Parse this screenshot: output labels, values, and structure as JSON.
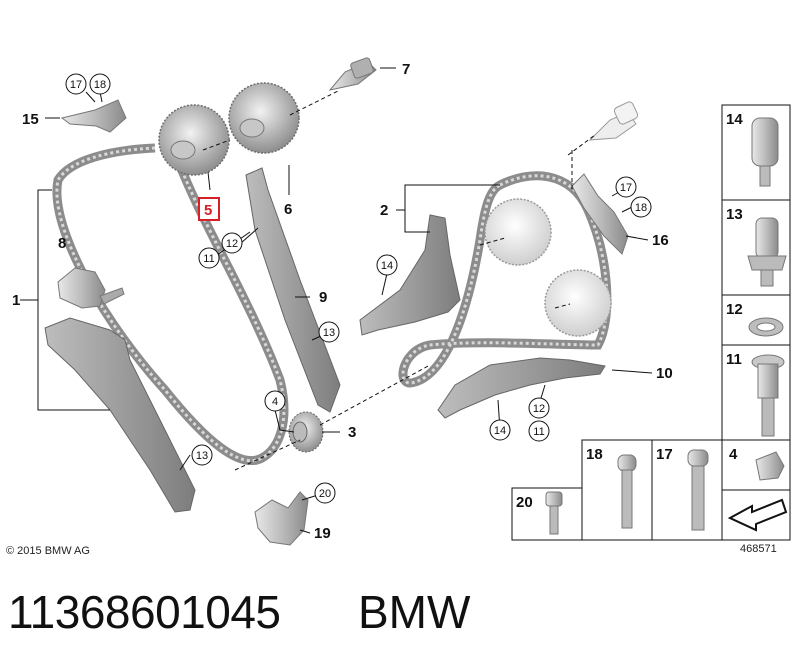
{
  "copyright": "© 2015 BMW AG",
  "diagram_number": "468571",
  "footer": {
    "part_number": "11368601045",
    "brand": "BMW"
  },
  "highlighted_label": "5",
  "labels": {
    "l1": "1",
    "l2": "2",
    "l3": "3",
    "l4": "4",
    "l5": "5",
    "l6": "6",
    "l7": "7",
    "l8": "8",
    "l9": "9",
    "l10": "10",
    "l15": "15",
    "l16": "16",
    "l19": "19"
  },
  "circled": {
    "c17a": "17",
    "c18a": "18",
    "c17b": "17",
    "c18b": "18",
    "c14a": "14",
    "c12a": "12",
    "c11a": "11",
    "c13a": "13",
    "c13b": "13",
    "c4": "4",
    "c20": "20",
    "c14b": "14",
    "c12b": "12",
    "c11b": "11"
  },
  "parts_table": {
    "p14": "14",
    "p13": "13",
    "p12": "12",
    "p11": "11",
    "p18": "18",
    "p17": "17",
    "p4": "4",
    "p20": "20"
  },
  "colors": {
    "red_highlight": "#d61f26",
    "part_gray": "#9a9a9a",
    "chain_gray": "#8c8c8c"
  }
}
